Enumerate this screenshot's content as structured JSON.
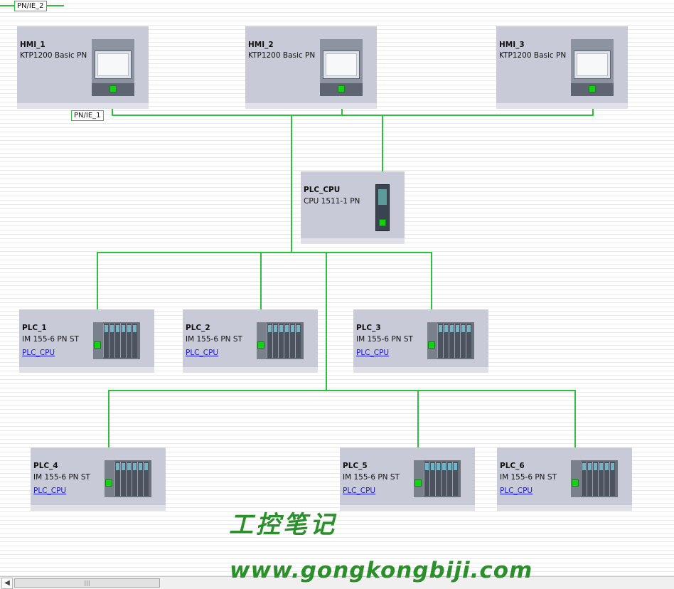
{
  "network": {
    "top_label": "PN/IE_2",
    "bus_label": "PN/IE_1",
    "line_color": "#2fbf3f"
  },
  "hmis": [
    {
      "name": "HMI_1",
      "type": "KTP1200 Basic PN"
    },
    {
      "name": "HMI_2",
      "type": "KTP1200 Basic PN"
    },
    {
      "name": "HMI_3",
      "type": "KTP1200 Basic PN"
    }
  ],
  "cpu": {
    "name": "PLC_CPU",
    "type": "CPU 1511-1 PN"
  },
  "io_devices": [
    {
      "name": "PLC_1",
      "type": "IM 155-6 PN ST",
      "controller": "PLC_CPU"
    },
    {
      "name": "PLC_2",
      "type": "IM 155-6 PN ST",
      "controller": "PLC_CPU"
    },
    {
      "name": "PLC_3",
      "type": "IM 155-6 PN ST",
      "controller": "PLC_CPU"
    },
    {
      "name": "PLC_4",
      "type": "IM 155-6 PN ST",
      "controller": "PLC_CPU"
    },
    {
      "name": "PLC_5",
      "type": "IM 155-6 PN ST",
      "controller": "PLC_CPU"
    },
    {
      "name": "PLC_6",
      "type": "IM 155-6 PN ST",
      "controller": "PLC_CPU"
    }
  ],
  "watermark": {
    "line1": "工控笔记",
    "line2": "www.gongkongbiji.com"
  },
  "scrollbar": {
    "thumb_grip": "|||"
  }
}
